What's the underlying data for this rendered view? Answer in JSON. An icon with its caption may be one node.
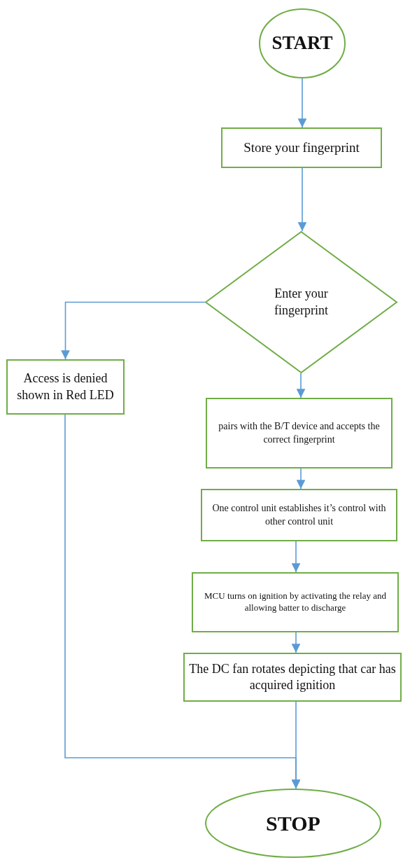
{
  "diagram": {
    "nodes": [
      {
        "text": [
          "START"
        ]
      },
      {
        "text": [
          "Store your fingerprint"
        ]
      },
      {
        "text": [
          "Enter your fingerprint"
        ]
      },
      {
        "text": [
          "Access is denied shown in Red LED"
        ]
      },
      {
        "text": [
          "pairs with the B/T device and accepts the correct fingerprint"
        ]
      },
      {
        "text": [
          "One control unit establishes it’s control with other control unit"
        ]
      },
      {
        "text": [
          "MCU turns on ignition by activating the relay and allowing batter to discharge"
        ]
      },
      {
        "text": [
          "The DC fan rotates depicting that car has acquired ignition"
        ]
      },
      {
        "text": [
          "STOP"
        ]
      }
    ],
    "edges": [
      {
        "from": 0,
        "to": 1,
        "arrow": "to"
      },
      {
        "from": 1,
        "to": 2,
        "arrow": "to"
      },
      {
        "from": 2,
        "to": 3,
        "arrow": "to"
      },
      {
        "from": 2,
        "to": 4,
        "arrow": "to"
      },
      {
        "from": 4,
        "to": 5,
        "arrow": "to"
      },
      {
        "from": 5,
        "to": 6,
        "arrow": "to"
      },
      {
        "from": 6,
        "to": 7,
        "arrow": "to"
      },
      {
        "from": 7,
        "to": 8,
        "arrow": "to"
      },
      {
        "from": 3,
        "to": 8,
        "arrow": "to"
      }
    ]
  }
}
